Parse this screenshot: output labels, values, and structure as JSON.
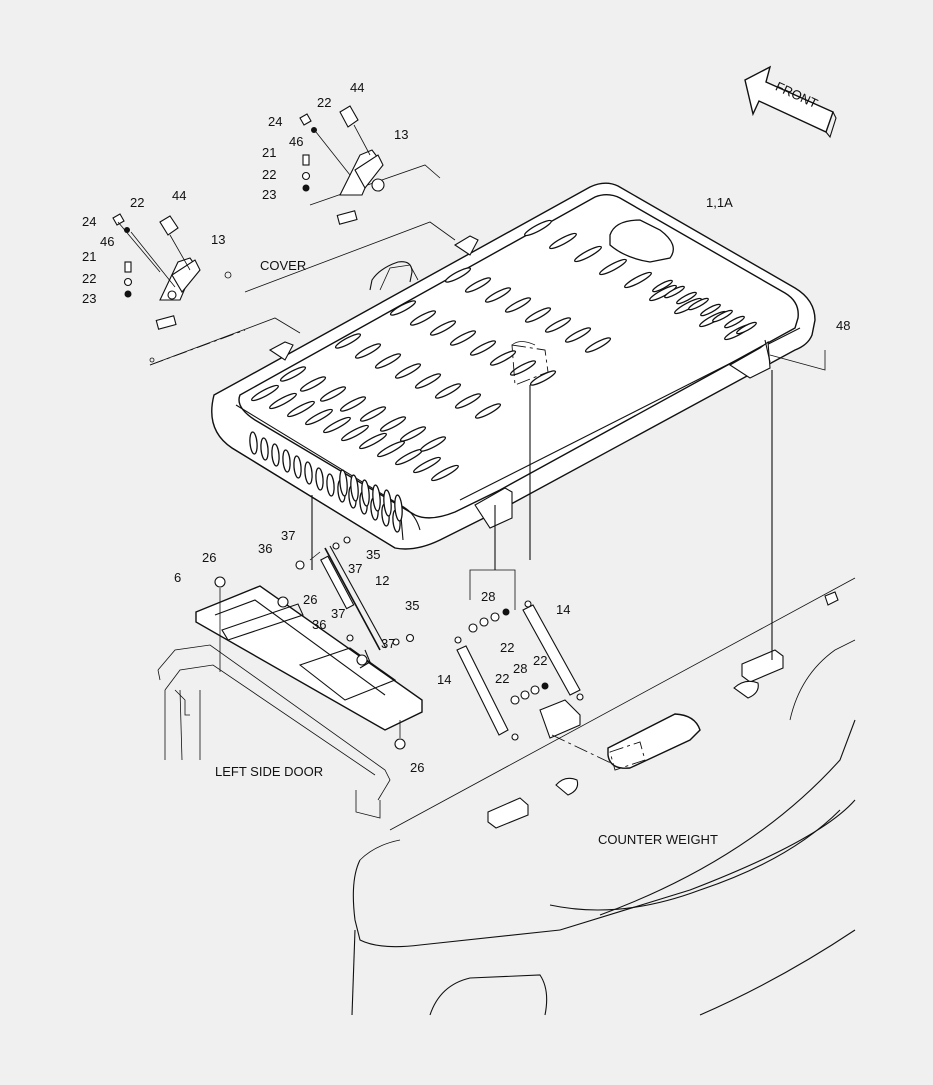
{
  "diagram": {
    "front_arrow": "FRONT",
    "labels": {
      "cover": "COVER",
      "left_side_door": "LEFT SIDE DOOR",
      "counter_weight": "COUNTER WEIGHT"
    },
    "callouts": [
      {
        "id": "c44a",
        "text": "44"
      },
      {
        "id": "c22a",
        "text": "22"
      },
      {
        "id": "c24a",
        "text": "24"
      },
      {
        "id": "c46a",
        "text": "46"
      },
      {
        "id": "c13a",
        "text": "13"
      },
      {
        "id": "c21a",
        "text": "21"
      },
      {
        "id": "c22b",
        "text": "22"
      },
      {
        "id": "c23a",
        "text": "23"
      },
      {
        "id": "c44b",
        "text": "44"
      },
      {
        "id": "c22c",
        "text": "22"
      },
      {
        "id": "c24b",
        "text": "24"
      },
      {
        "id": "c46b",
        "text": "46"
      },
      {
        "id": "c13b",
        "text": "13"
      },
      {
        "id": "c21b",
        "text": "21"
      },
      {
        "id": "c22d",
        "text": "22"
      },
      {
        "id": "c23b",
        "text": "23"
      },
      {
        "id": "c1",
        "text": "1,1A"
      },
      {
        "id": "c48",
        "text": "48"
      },
      {
        "id": "c37a",
        "text": "37"
      },
      {
        "id": "c36a",
        "text": "36"
      },
      {
        "id": "c35a",
        "text": "35"
      },
      {
        "id": "c37b",
        "text": "37"
      },
      {
        "id": "c26a",
        "text": "26"
      },
      {
        "id": "c12",
        "text": "12"
      },
      {
        "id": "c6",
        "text": "6"
      },
      {
        "id": "c26b",
        "text": "26"
      },
      {
        "id": "c37c",
        "text": "37"
      },
      {
        "id": "c35b",
        "text": "35"
      },
      {
        "id": "c36b",
        "text": "36"
      },
      {
        "id": "c37d",
        "text": "37"
      },
      {
        "id": "c26c",
        "text": "26"
      },
      {
        "id": "c28a",
        "text": "28"
      },
      {
        "id": "c22e",
        "text": "22"
      },
      {
        "id": "c14a",
        "text": "14"
      },
      {
        "id": "c14b",
        "text": "14"
      },
      {
        "id": "c28b",
        "text": "28"
      },
      {
        "id": "c22f",
        "text": "22"
      },
      {
        "id": "c22g",
        "text": "22"
      }
    ]
  }
}
